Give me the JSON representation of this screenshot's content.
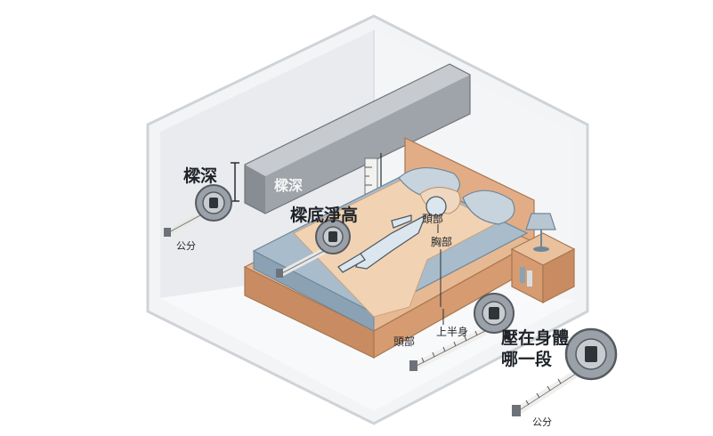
{
  "labels": {
    "beam_on_beam": "樑深",
    "beam_depth": "樑深",
    "beam_clearance": "樑底淨高",
    "head_small": "頭部",
    "chest": "胸部",
    "head_lower": "頭部",
    "upper_body": "上半身",
    "question_line1": "壓在身體",
    "question_line2": "哪一段",
    "unit_left": "公分",
    "unit_right": "公分"
  },
  "colors": {
    "beam": "#a9adb3",
    "bed_frame": "#d9a27a",
    "mattress": "#93a9b8",
    "blanket": "#f1d3b3",
    "wall": "#eef0f2",
    "tape_body": "#8d939a"
  }
}
